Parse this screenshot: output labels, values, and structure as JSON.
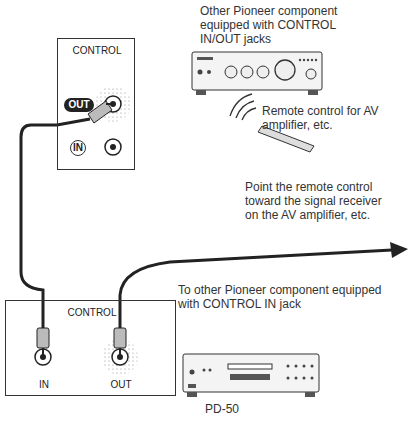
{
  "diagram": {
    "nodes": [
      {
        "text": [
          "CONTROL",
          "OUT",
          "IN"
        ]
      },
      {
        "text": [
          "CONTROL",
          "IN",
          "OUT"
        ]
      }
    ],
    "edges": [
      {
        "from": 0,
        "to": 1,
        "arrow": "none"
      }
    ],
    "labels": [
      "Other Pioneer component equipped with CONTROL IN/OUT jacks",
      "Remote control for AV amplifier, etc.",
      "Point the remote control toward the signal receiver on the AV amplifier, etc.",
      "To other Pioneer component equipped with CONTROL IN jack",
      "PD-50"
    ]
  }
}
